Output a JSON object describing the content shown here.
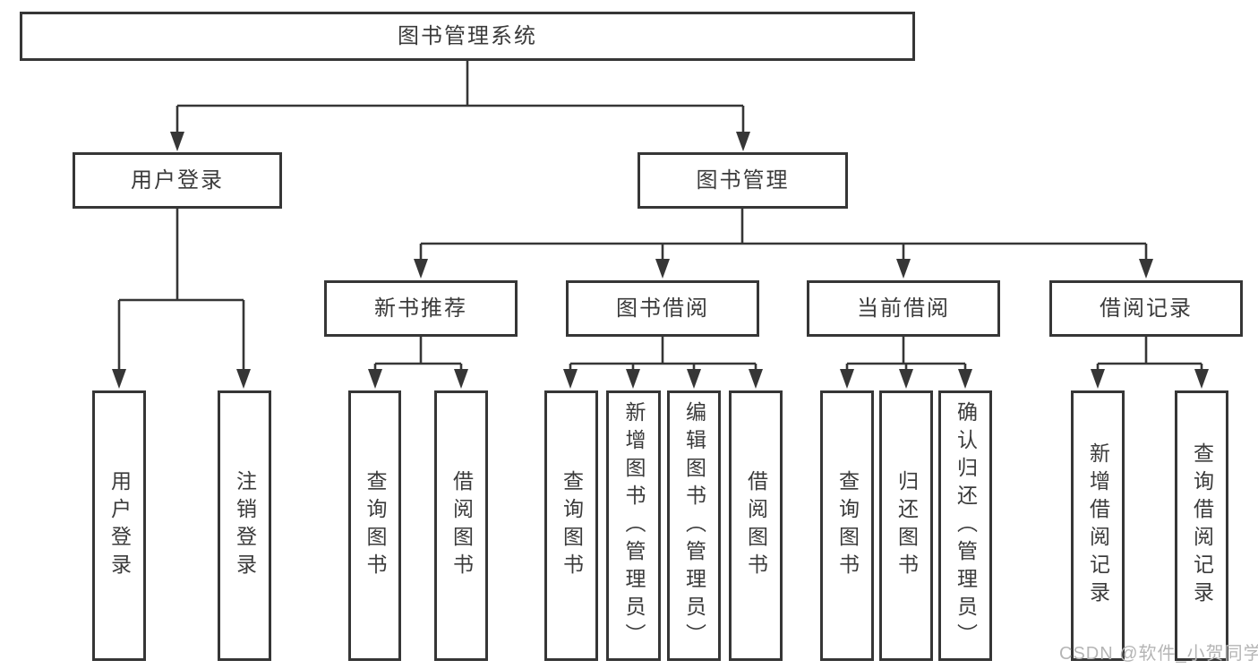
{
  "diagram": {
    "root": {
      "label": "图书管理系统"
    },
    "branches": [
      {
        "label": "用户登录",
        "children": [
          "用户登录",
          "注销登录"
        ]
      },
      {
        "label": "图书管理",
        "sections": [
          {
            "label": "新书推荐",
            "children": [
              "查询图书",
              "借阅图书"
            ]
          },
          {
            "label": "图书借阅",
            "children": [
              "查询图书",
              "新增图书（管理员）",
              "编辑图书（管理员）",
              "借阅图书"
            ]
          },
          {
            "label": "当前借阅",
            "children": [
              "查询图书",
              "归还图书",
              "确认归还（管理员）"
            ]
          },
          {
            "label": "借阅记录",
            "children": [
              "新增借阅记录",
              "查询借阅记录"
            ]
          }
        ]
      }
    ]
  },
  "watermark": {
    "text": "CSDN @软件_小贺同学",
    "color": "#b5b5b5"
  },
  "colors": {
    "line": "#363636",
    "text": "#3b3b3b",
    "background": "#ffffff"
  }
}
